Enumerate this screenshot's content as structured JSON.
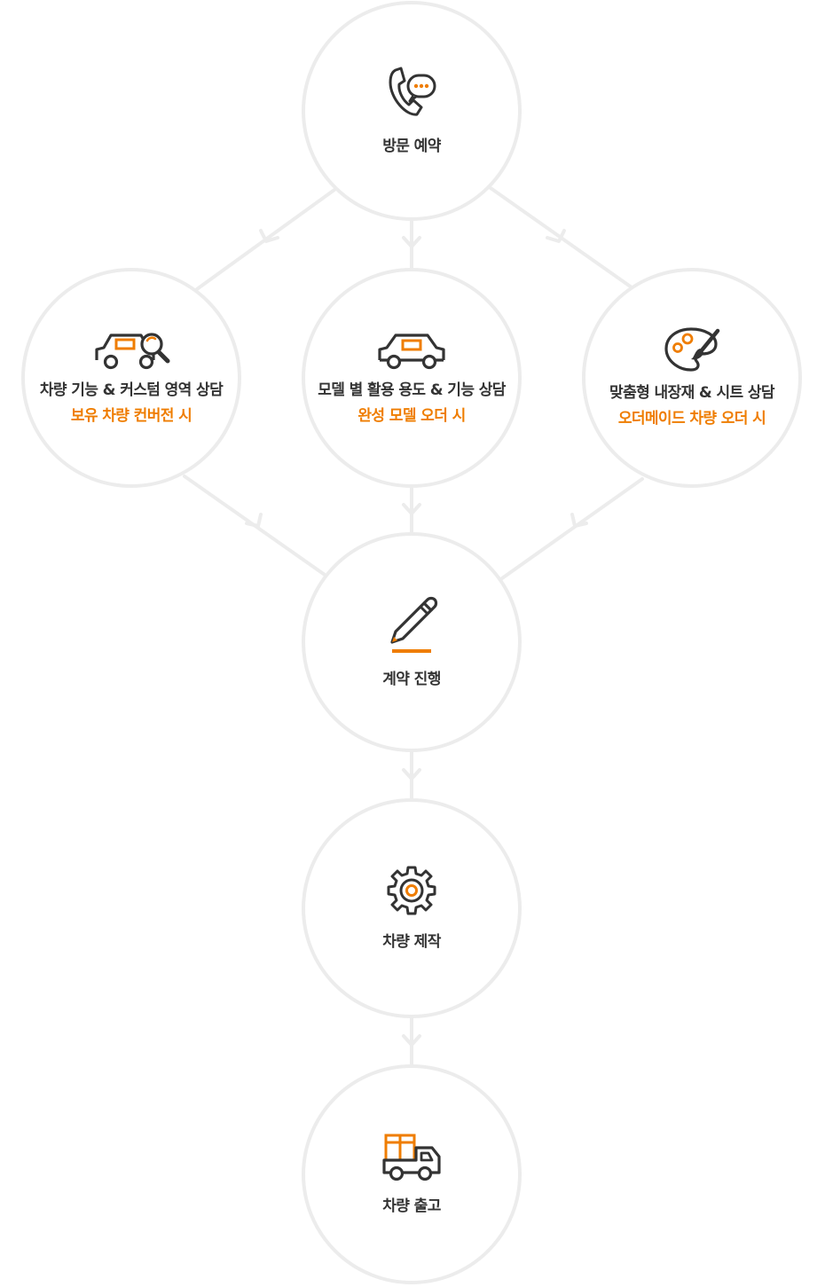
{
  "colors": {
    "accent": "#ef7d00",
    "icon_stroke": "#333333",
    "circle_border": "#ececec",
    "connector": "#ececec",
    "title_text": "#333333"
  },
  "steps": {
    "visit": {
      "icon": "phone-chat-icon",
      "title": "방문 예약"
    },
    "consult_custom": {
      "icon": "car-search-icon",
      "title": "차량 기능 & 커스텀 영역 상담",
      "sub": "보유 차량 컨버전 시"
    },
    "consult_model": {
      "icon": "car-icon",
      "title": "모델 별 활용 용도 & 기능 상담",
      "sub": "완성 모델 오더 시"
    },
    "consult_interior": {
      "icon": "palette-brush-icon",
      "title": "맞춤형 내장재 & 시트 상담",
      "sub": "오더메이드 차량 오더 시"
    },
    "contract": {
      "icon": "pen-icon",
      "title": "계약 진행"
    },
    "production": {
      "icon": "gear-icon",
      "title": "차량 제작"
    },
    "delivery": {
      "icon": "truck-icon",
      "title": "차량 출고"
    }
  }
}
